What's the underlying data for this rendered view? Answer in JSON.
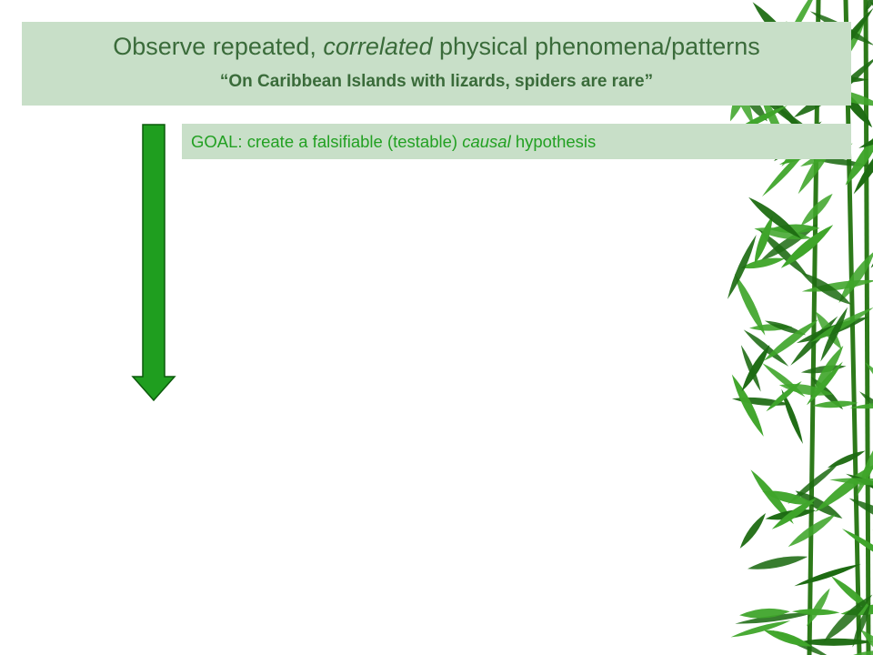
{
  "slide": {
    "title": {
      "part1": "Observe repeated, ",
      "emphasis": "correlated",
      "part2": " physical phenomena/patterns"
    },
    "subtitle": "“On Caribbean Islands with lizards, spiders are rare”",
    "goal": {
      "prefix": "GOAL: create a falsifiable (testable) ",
      "emphasis": "causal",
      "suffix": " hypothesis"
    }
  },
  "colors": {
    "box_background": "#c8dfc8",
    "title_text": "#3a6b3a",
    "goal_text": "#22a022",
    "arrow_fill": "#1f9e1f",
    "leaf_dark": "#1d6b12",
    "leaf_light": "#3fa52a"
  },
  "icons": {
    "arrow": "down-arrow-icon",
    "decoration": "bamboo-leaves"
  }
}
